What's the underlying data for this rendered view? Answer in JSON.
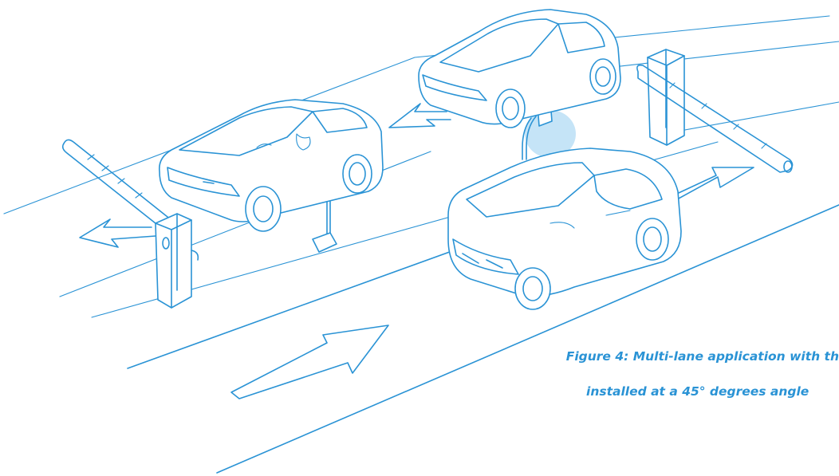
{
  "figure": {
    "caption_line_1": "Figure 4: Multi-lane application with th",
    "caption_line_2": "installed at a  45° degrees angle"
  },
  "colors": {
    "ink": "#2a93d5",
    "detection_zone": "#7ec4ee",
    "background": "#ffffff"
  },
  "icons": {
    "lane_arrows": [
      "exit-arrow-left-lane",
      "exit-arrow-middle-lane",
      "exit-arrow-right-lane",
      "entry-arrow"
    ],
    "barriers": [
      "barrier-gate-left",
      "barrier-gate-right"
    ],
    "sensors": [
      "sensor-post-left",
      "sensor-post-middle"
    ],
    "vehicles": [
      "car-left",
      "car-top",
      "car-front"
    ]
  }
}
